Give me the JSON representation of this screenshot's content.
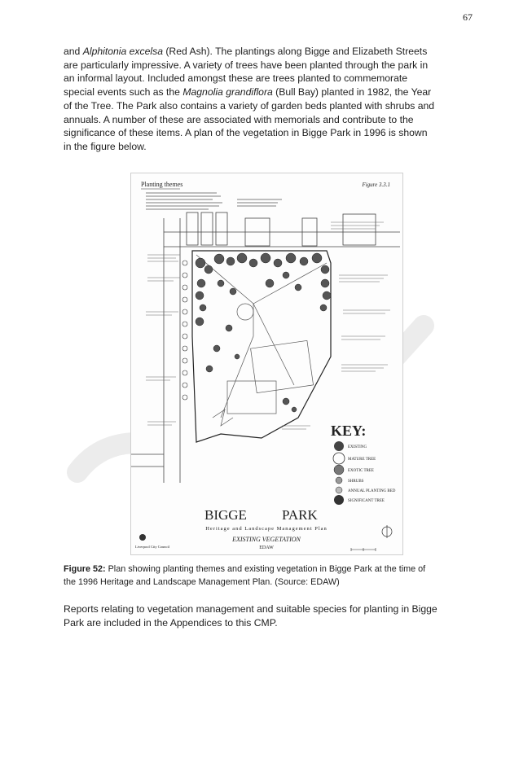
{
  "page": {
    "number": "67"
  },
  "paragraph1": {
    "lines": [
      {
        "pre": "and ",
        "em": "Alphitonia excelsa",
        "post": " (Red Ash). The plantings along Bigge and Elizabeth Streets"
      },
      {
        "pre": "are particularly impressive.  A variety of trees have been planted through the park in",
        "em": "",
        "post": ""
      },
      {
        "pre": "an informal layout. Included amongst these are trees planted to commemorate",
        "em": "",
        "post": ""
      },
      {
        "pre": "special events such as the ",
        "em": "Magnolia grandiflora",
        "post": " (Bull Bay) planted in 1982, the Year"
      },
      {
        "pre": "of the Tree.  The Park also contains a variety of garden beds planted with shrubs and",
        "em": "",
        "post": ""
      },
      {
        "pre": "annuals.  A number of these are associated with memorials and contribute to the",
        "em": "",
        "post": ""
      },
      {
        "pre": "significance of these items.  A plan of the vegetation in Bigge Park in 1996 is shown",
        "em": "",
        "post": ""
      },
      {
        "pre": "in the figure below.",
        "em": "",
        "post": ""
      }
    ]
  },
  "figure": {
    "header_label": "Planting themes",
    "figure_no": "Figure 3.3.1",
    "key_title": "KEY:",
    "key_items": [
      "EXISTING",
      "MATURE TREE",
      "EXOTIC TREE",
      "SHRUBS",
      "ANNUAL PLANTING BED",
      "SIGNIFICANT TREE"
    ],
    "title_left": "BIGGE",
    "title_right": "PARK",
    "subtitle": "Heritage   and   Landscape   Management   Plan",
    "plan_name": "EXISTING     VEGETATION",
    "author": "EDAW",
    "council": "Liverpool City Council"
  },
  "caption": {
    "label": "Figure 52:",
    "line1": " Plan showing planting themes and existing vegetation in Bigge Park at the time of",
    "line2": "the 1996 Heritage and Landscape Management Plan.  (Source: EDAW)"
  },
  "paragraph2": {
    "lines": [
      "Reports relating to vegetation management and suitable species for planting in Bigge",
      "Park are included in the Appendices to this CMP."
    ]
  },
  "colors": {
    "text": "#1e1e1e",
    "drawing": "#333333",
    "watermark": "#e8e8e8"
  }
}
